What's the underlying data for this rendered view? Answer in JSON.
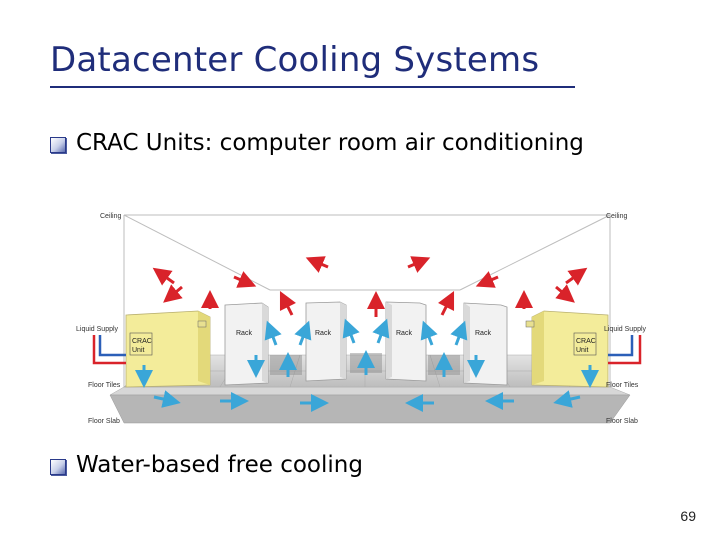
{
  "slide": {
    "title": "Datacenter Cooling Systems",
    "bullets": [
      "CRAC Units: computer room air conditioning",
      "Water-based free cooling"
    ],
    "page_number": "69"
  },
  "diagram": {
    "labels": {
      "ceiling_left": "Ceiling",
      "ceiling_right": "Ceiling",
      "liquid_supply_left": "Liquid Supply",
      "liquid_supply_right": "Liquid Supply",
      "floor_tiles_left": "Floor Tiles",
      "floor_tiles_right": "Floor Tiles",
      "floor_slab_left": "Floor Slab",
      "floor_slab_right": "Floor Slab",
      "crac_left": [
        "CRAC",
        "Unit"
      ],
      "crac_right": [
        "CRAC",
        "Unit"
      ],
      "racks": [
        "Rack",
        "Rack",
        "Rack",
        "Rack"
      ]
    },
    "colors": {
      "hot_air": "#d9232a",
      "cold_air": "#3aa6d8",
      "liquid_pipe_blue": "#2b5fb8",
      "liquid_pipe_red": "#d9232a",
      "crac_unit": "#f3ec9a",
      "rack": "#f2f2f2",
      "floor": "#c9c9c9"
    }
  }
}
